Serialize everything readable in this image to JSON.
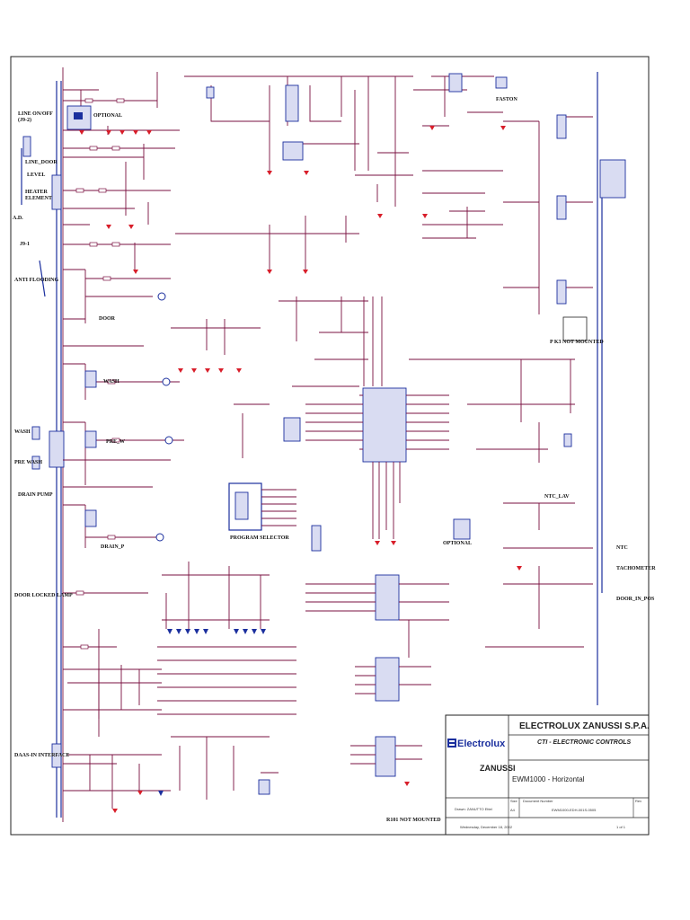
{
  "labels": {
    "line_on_off": "LINE ON/OFF",
    "j9_2": "(J9-2)",
    "line_door": "LINE_DOOR",
    "level": "LEVEL",
    "heater": "HEATER",
    "element": "ELEMENT",
    "ad": "A.D.",
    "j9_1": "J9-1",
    "anti_flooding": "ANTI FLOODING",
    "door": "DOOR",
    "wash_left": "WASH",
    "wash_mid": "WASH",
    "pre_wash": "PRE WASH",
    "pre_w": "PRE_W",
    "drain_pump": "DRAIN PUMP",
    "drain_p": "DRAIN_P",
    "door_locked_lamp": "DOOR LOCKED LAMP",
    "drain_in_interface": "DAAS-IN INTERFACE",
    "program_selector": "PROGRAM SELECTOR",
    "optional_top": "OPTIONAL",
    "optional_mid": "OPTIONAL",
    "faston": "FASTON",
    "ntc_lav": "NTC_LAV",
    "ntc": "NTC",
    "tachometer": "TACHOMETER",
    "door_in_pos": "DOOR_IN_POS",
    "r101_not_mounted": "R101 NOT MOUNTED",
    "not_mounted": "P K3 NOT MOUNTED"
  },
  "title_block": {
    "company": "ELECTROLUX ZANUSSI S.P.A.",
    "division": "CTI - ELECTRONIC CONTROLS",
    "logo_electrolux": "Electrolux",
    "logo_zanussi": "ZANUSSI",
    "project": "EWM1000 - Horizontal",
    "drawn": "Drawn: ZANUTTO Ettel",
    "size_label": "Size",
    "size_value": "A4",
    "doc_label": "Document Number",
    "doc_value": "EWM1000-EDH-001S-0505",
    "rev_label": "Rev",
    "date": "Wednesday, December 18, 2002",
    "sheet": "1   of   1"
  },
  "colors": {
    "wire": "#7a1040",
    "bus": "#1b2f9e",
    "ground": "#d81e2a",
    "ic_fill": "#d9dcf2"
  }
}
